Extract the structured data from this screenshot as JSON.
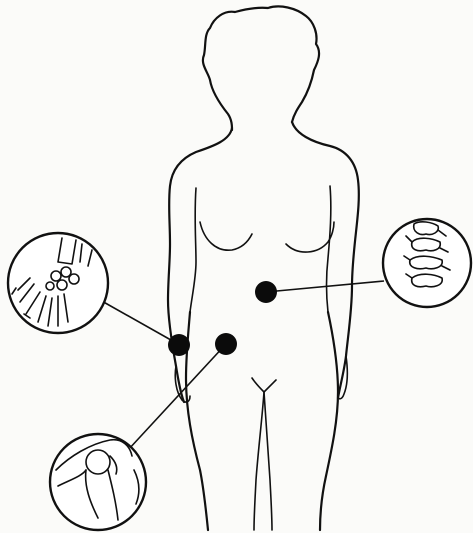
{
  "diagram": {
    "subject": "female-body-outline",
    "colors": {
      "ink": "#111111",
      "background": "#fbfbf9",
      "marker": "#0b0b0b"
    },
    "sites": [
      {
        "id": "wrist",
        "icon": "wrist-bones-icon"
      },
      {
        "id": "spine",
        "icon": "vertebrae-icon"
      },
      {
        "id": "hip",
        "icon": "hip-joint-icon"
      }
    ]
  }
}
